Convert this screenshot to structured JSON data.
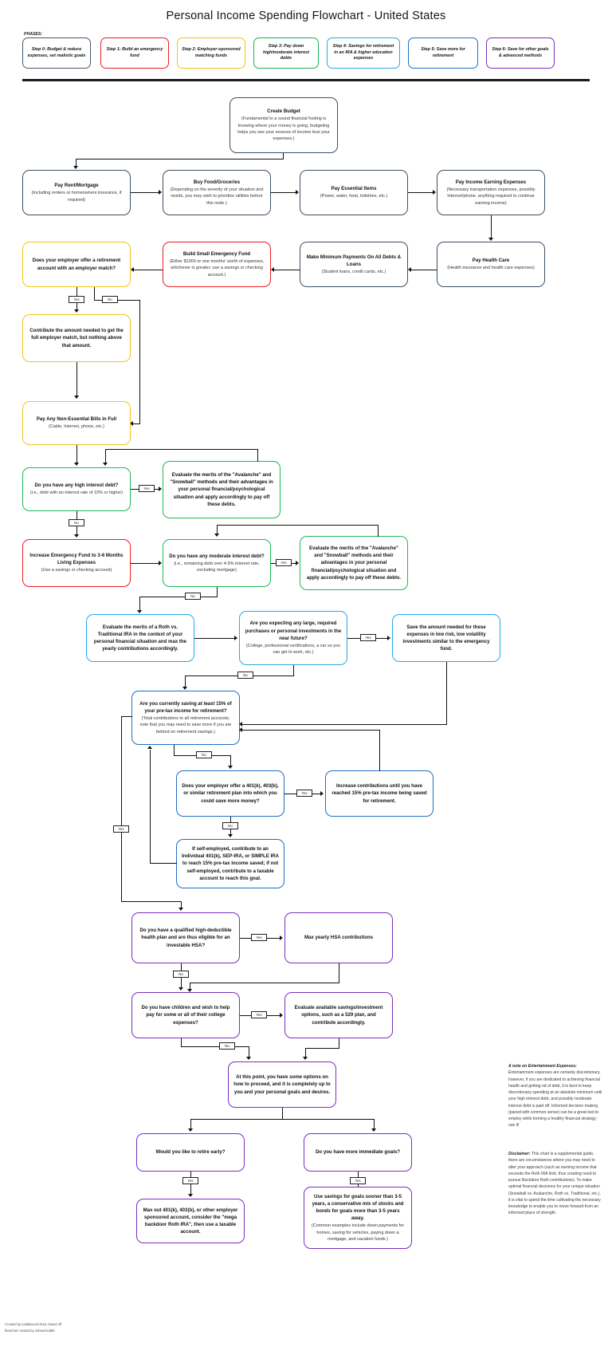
{
  "title": "Personal Income Spending Flowchart - United States",
  "phases_label": "PHASES:",
  "phases": [
    {
      "label": "Step 0: Budget & reduce expenses, set realistic goals",
      "color": "#46586c"
    },
    {
      "label": "Step 1: Build an emergency fund",
      "color": "#ee1c24"
    },
    {
      "label": "Step 2: Employer-sponsored matching funds",
      "color": "#f5c518"
    },
    {
      "label": "Step 3: Pay down high/moderate interest debts",
      "color": "#19b257"
    },
    {
      "label": "Step 4: Savings for retirement in an IRA & higher education expenses",
      "color": "#27aae1"
    },
    {
      "label": "Step 5: Save more for retirement",
      "color": "#1f6fc4"
    },
    {
      "label": "Step 6: Save for other goals & advanced methods",
      "color": "#7b2fbe"
    }
  ],
  "nodes": {
    "create_budget": {
      "title": "Create Budget",
      "sub": "(Fundamental to a sound financial footing is knowing where your money is going, budgeting helps you see your sources of income less your expenses.)"
    },
    "pay_rent": {
      "title": "Pay Rent/Mortgage",
      "sub": "(Including renters or homeowners insurance, if required)"
    },
    "buy_food": {
      "title": "Buy Food/Groceries",
      "sub": "(Depending on the severity of your situation and needs, you may wish to prioritize utilities before this node.)"
    },
    "pay_essential": {
      "title": "Pay Essential Items",
      "sub": "(Power, water, heat, toiletries, etc.)"
    },
    "pay_income_earning": {
      "title": "Pay Income Earning Expenses",
      "sub": "(Necessary transportation expenses, possibly Internet/phone, anything required to continue earning income)"
    },
    "pay_health": {
      "title": "Pay Health Care",
      "sub": "(Health insurance and health care expenses)"
    },
    "min_payments": {
      "title": "Make Minimum Payments On All Debts & Loans",
      "sub": "(Student loans, credit cards, etc.)"
    },
    "build_emergency": {
      "title": "Build Small Emergency Fund",
      "sub": "(Either $1000 or one months' worth of expenses, whichever is greater; use a savings or checking account.)"
    },
    "employer_match_q": {
      "title": "Does your employer offer a retirement account with an employer match?",
      "sub": ""
    },
    "contribute_match": {
      "title": "Contribute the amount needed to get the full employer match, but nothing above that amount.",
      "sub": ""
    },
    "non_essential_bills": {
      "title": "Pay Any Non-Essential Bills in Full",
      "sub": "(Cable, Internet, phone, etc.)"
    },
    "high_interest_q": {
      "title": "Do you have any high interest debt?",
      "sub": "(i.e., debt with an interest rate of 10% or higher)"
    },
    "avalanche_high": {
      "title": "Evaluate the merits of the \"Avalanche\" and \"Snowball\" methods and their advantages in your personal financial/psychological situation and apply accordingly to pay off these debts.",
      "sub": ""
    },
    "increase_emergency": {
      "title": "Increase Emergency Fund to 3-6 Months Living Expenses",
      "sub": "(Use a savings or checking account)"
    },
    "moderate_interest_q": {
      "title": "Do you have any moderate interest debt?",
      "sub": "(i.e., remaining debt over 4-5% interest rate, excluding mortgage)"
    },
    "avalanche_moderate": {
      "title": "Evaluate the merits of the \"Avalanche\" and \"Snowball\" methods and their advantages in your personal financial/psychological  situation and apply accordingly to pay off these debts.",
      "sub": ""
    },
    "roth_vs_trad": {
      "title": "Evaluate the merits of a Roth vs. Traditional IRA in the context of your personal financial situation and max the yearly contributions accordingly.",
      "sub": ""
    },
    "large_purchases_q": {
      "title": "Are you expecting any large, required purchases or personal investments in the near future?",
      "sub": "(College, professional certifications, a car so you can get to work, etc.)"
    },
    "save_low_risk": {
      "title": "Save the amount needed for these expenses in low risk, low volatility investments similar to the emergency fund.",
      "sub": ""
    },
    "saving_15_q": {
      "title": "Are you currently saving at least 15% of your pre-tax income for retirement?",
      "sub": "(Total contributions to all retirement accounts; note that you may need to save more if you are behind on retirement savings.)"
    },
    "employer_401k_q": {
      "title": "Does your employer offer a 401(k), 403(b), or similar retirement plan into which you could save more money?",
      "sub": ""
    },
    "increase_contributions": {
      "title": "Increase contributions until you have reached 15% pre-tax income being saved for retirement.",
      "sub": ""
    },
    "self_employed": {
      "title": "If self-employed, contribute to an Individual 401(k), SEP-IRA, or SIMPLE IRA to reach 15% pre-tax income saved; if not self-employed, contribute to a taxable account to reach this goal.",
      "sub": ""
    },
    "hsa_q": {
      "title": "Do you have a qualified high-deductible health plan and are thus eligible for an investable HSA?",
      "sub": ""
    },
    "max_hsa": {
      "title": "Max yearly HSA contributions",
      "sub": ""
    },
    "children_college_q": {
      "title": "Do you have children and wish to help pay for some or all of their college expenses?",
      "sub": ""
    },
    "529_plan": {
      "title": "Evaluate available savings/investment options, such as a 529 plan, and contribute accordingly.",
      "sub": ""
    },
    "at_this_point": {
      "title": "At this point, you have some options on how to proceed, and it is completely up to you and your personal goals and desires.",
      "sub": ""
    },
    "retire_early_q": {
      "title": "Would you like to retire early?",
      "sub": ""
    },
    "immediate_goals_q": {
      "title": "Do you have more immediate goals?",
      "sub": ""
    },
    "max_out_401k": {
      "title": "Max out 401(k), 403(b), or other employer sponsored account, consider the \"mega backdoor Roth IRA\", then use a taxable account.",
      "sub": ""
    },
    "use_savings_goals": {
      "title": "Use savings for goals sooner than 3-5 years, a conservative mix of stocks and bonds for goals more than 3-5 years away.",
      "sub": "(Common examples include down payments for homes, saving for vehicles, paying down a mortgage, and vacation funds.)"
    }
  },
  "edge_labels": {
    "yes": "Yes",
    "no": "No"
  },
  "sidenotes": {
    "entertainment_heading": "A note on Entertainment Expenses:",
    "entertainment_body": " Entertainment expenses are certainly discretionary, however, if you are dedicated to achieving financial health and getting rid of debt, it is best to keep discretionary spending at an absolute minimum until your high interest debt, and possibly moderate interest debt is paid off. Informed decision making (paired with common sense) can be a great tool to employ while forming a healthy financial strategy; use it!",
    "disclaimer_heading": "Disclaimer:",
    "disclaimer_body": " This chart is a supplemental guide, there are circumstances where you may need to alter your approach (such as earning income that exceeds the Roth IRA limit, thus creating need to pursue Backdoor Roth contributions). To make optimal financial decisions for your unique situation (Snowball vs. Avalanche, Roth vs. Traditional, etc.), it is vital to spend the time cultivating the necessary knowledge to enable you to move forward from an informed place of strength."
  },
  "credits": {
    "line1": "Created by /u/atlasvoid 2016, based off",
    "line2": "flowchart created by /u/beached89"
  }
}
